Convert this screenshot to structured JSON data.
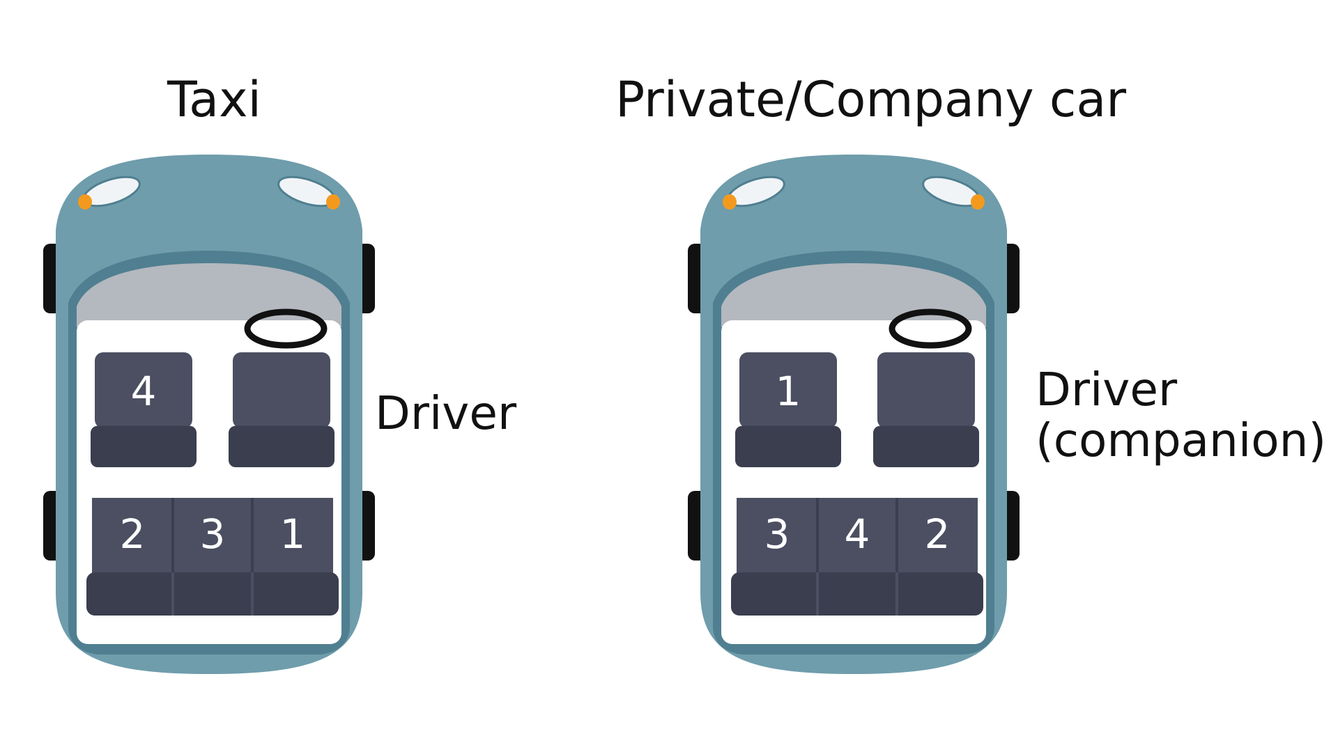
{
  "colors": {
    "car_body": "#6f9dac",
    "car_body_dark": "#4f7f90",
    "interior": "#ffffff",
    "dashboard": "#b4b8bf",
    "seat": "#4b4f61",
    "seat_dark": "#3a3e4e",
    "tire": "#111111",
    "headlight": "#f1f4f7",
    "indicator": "#f39a1e",
    "steering": "#111111"
  },
  "diagrams": {
    "taxi": {
      "title": "Taxi",
      "driver_label": [
        "Driver"
      ],
      "seats": {
        "front_left": "4",
        "front_right": "",
        "rear_left": "2",
        "rear_middle": "3",
        "rear_right": "1"
      }
    },
    "private": {
      "title": "Private/Company car",
      "driver_label": [
        "Driver",
        "(companion)"
      ],
      "seats": {
        "front_left": "1",
        "front_right": "",
        "rear_left": "3",
        "rear_middle": "4",
        "rear_right": "2"
      }
    }
  }
}
